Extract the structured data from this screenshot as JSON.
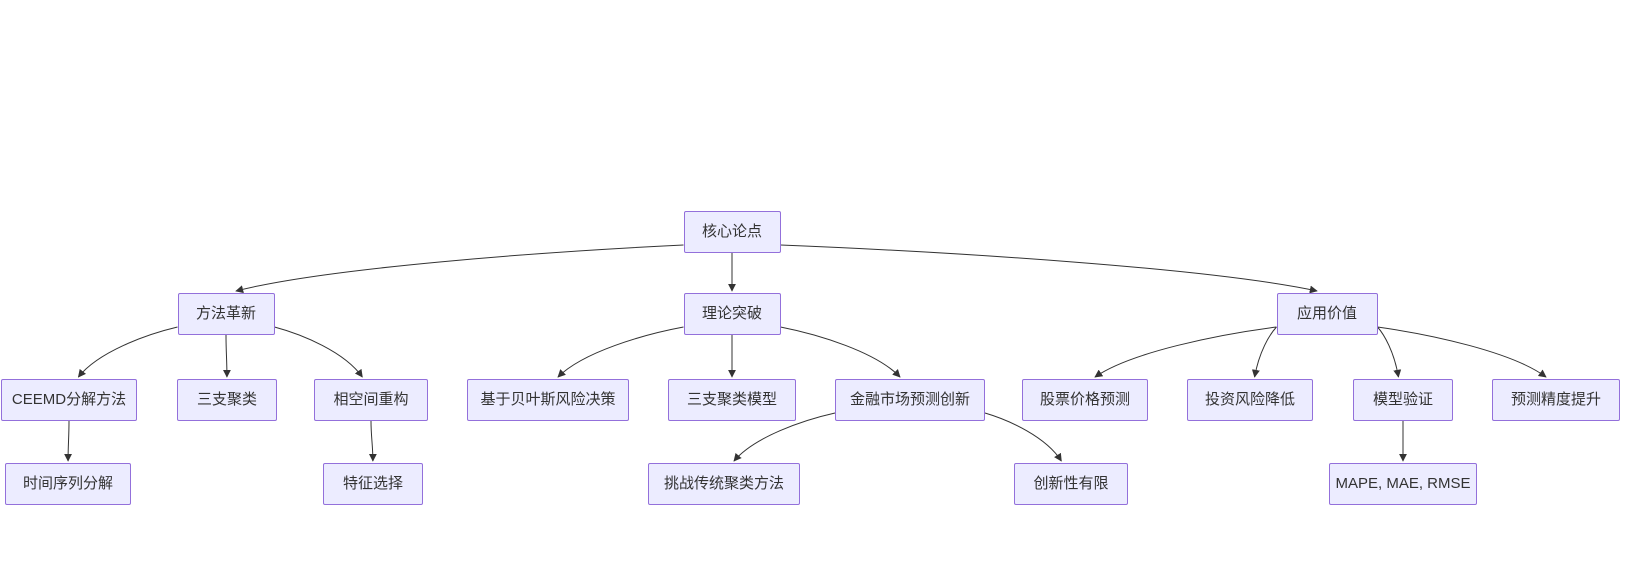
{
  "diagram": {
    "type": "flowchart",
    "background_color": "#ffffff",
    "node_fill_color": "#ECECFF",
    "node_border_color": "#9370DB",
    "node_text_color": "#333333",
    "edge_color": "#333333",
    "nodes": [
      {
        "id": "core",
        "label": "核心论点"
      },
      {
        "id": "method",
        "label": "方法革新"
      },
      {
        "id": "theory",
        "label": "理论突破"
      },
      {
        "id": "application",
        "label": "应用价值"
      },
      {
        "id": "ceemd",
        "label": "CEEMD分解方法"
      },
      {
        "id": "three-way-clustering",
        "label": "三支聚类"
      },
      {
        "id": "phase-space",
        "label": "相空间重构"
      },
      {
        "id": "bayesian",
        "label": "基于贝叶斯风险决策"
      },
      {
        "id": "twc-model",
        "label": "三支聚类模型"
      },
      {
        "id": "finance-innovation",
        "label": "金融市场预测创新"
      },
      {
        "id": "stock-prediction",
        "label": "股票价格预测"
      },
      {
        "id": "risk-reduction",
        "label": "投资风险降低"
      },
      {
        "id": "model-validation",
        "label": "模型验证"
      },
      {
        "id": "accuracy-improvement",
        "label": "预测精度提升"
      },
      {
        "id": "time-series",
        "label": "时间序列分解"
      },
      {
        "id": "feature-selection",
        "label": "特征选择"
      },
      {
        "id": "challenge-clustering",
        "label": "挑战传统聚类方法"
      },
      {
        "id": "limited-innovation",
        "label": "创新性有限"
      },
      {
        "id": "mape-mae-rmse",
        "label": "MAPE, MAE, RMSE"
      }
    ],
    "edges": [
      {
        "from": "core",
        "to": "method"
      },
      {
        "from": "core",
        "to": "theory"
      },
      {
        "from": "core",
        "to": "application"
      },
      {
        "from": "method",
        "to": "ceemd"
      },
      {
        "from": "method",
        "to": "three-way-clustering"
      },
      {
        "from": "method",
        "to": "phase-space"
      },
      {
        "from": "theory",
        "to": "bayesian"
      },
      {
        "from": "theory",
        "to": "twc-model"
      },
      {
        "from": "theory",
        "to": "finance-innovation"
      },
      {
        "from": "application",
        "to": "stock-prediction"
      },
      {
        "from": "application",
        "to": "risk-reduction"
      },
      {
        "from": "application",
        "to": "model-validation"
      },
      {
        "from": "application",
        "to": "accuracy-improvement"
      },
      {
        "from": "ceemd",
        "to": "time-series"
      },
      {
        "from": "phase-space",
        "to": "feature-selection"
      },
      {
        "from": "finance-innovation",
        "to": "challenge-clustering"
      },
      {
        "from": "finance-innovation",
        "to": "limited-innovation"
      },
      {
        "from": "model-validation",
        "to": "mape-mae-rmse"
      }
    ]
  }
}
